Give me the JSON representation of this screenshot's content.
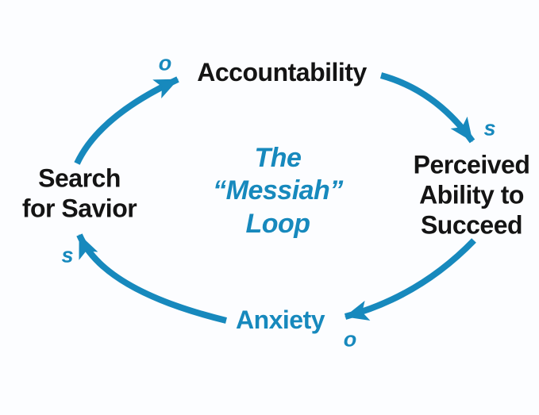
{
  "diagram": {
    "title": {
      "full": "The “Messiah” Loop",
      "lines": [
        "The",
        "“Messiah”",
        "Loop"
      ]
    },
    "nodes": {
      "accountability": {
        "label": "Accountability"
      },
      "perceived_ability": {
        "full": "Perceived Ability to Succeed",
        "lines": [
          "Perceived",
          "Ability to",
          "Succeed"
        ]
      },
      "anxiety": {
        "label": "Anxiety"
      },
      "search_for_savior": {
        "full": "Search for Savior",
        "lines": [
          "Search",
          "for Savior"
        ]
      }
    },
    "edges": [
      {
        "from": "Search for Savior",
        "to": "Accountability",
        "polarity": "o"
      },
      {
        "from": "Accountability",
        "to": "Perceived Ability to Succeed",
        "polarity": "s"
      },
      {
        "from": "Perceived Ability to Succeed",
        "to": "Anxiety",
        "polarity": "o"
      },
      {
        "from": "Anxiety",
        "to": "Search for Savior",
        "polarity": "s"
      }
    ],
    "colors": {
      "accent": "#1789bd",
      "text": "#141414",
      "background": "#fcfdff"
    }
  }
}
